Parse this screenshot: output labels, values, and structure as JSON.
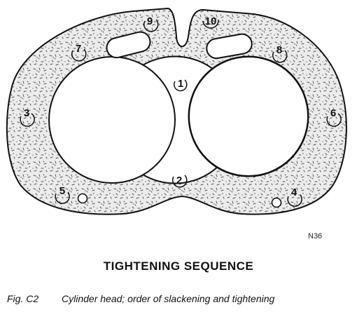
{
  "drawing_code": "N36",
  "title": "TIGHTENING SEQUENCE",
  "caption": {
    "figure": "Fig. C2",
    "text": "Cylinder head; order of slackening and tightening"
  },
  "bolt_numbers": [
    "1",
    "2",
    "3",
    "4",
    "5",
    "6",
    "7",
    "8",
    "9",
    "10"
  ],
  "colors": {
    "gasket_fill": "#e9e9e9",
    "speckle": "#444444",
    "outline": "#111111"
  }
}
